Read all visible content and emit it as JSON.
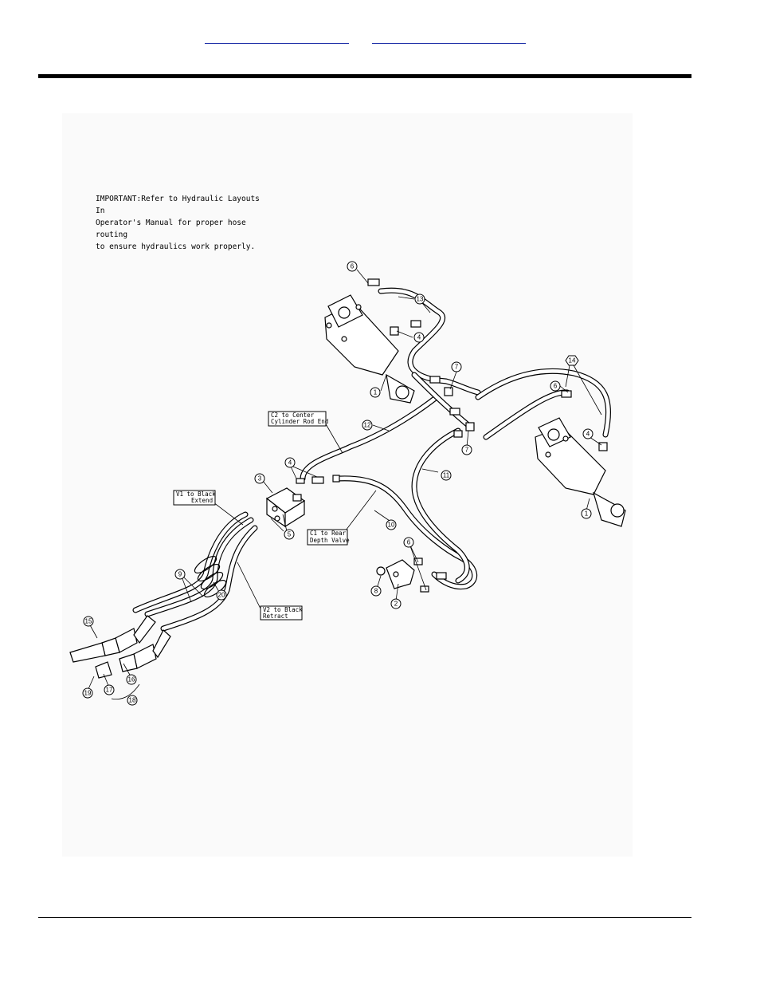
{
  "header": {
    "link_left": "",
    "link_right": ""
  },
  "diagram": {
    "note_lines": [
      "IMPORTANT:Refer to Hydraulic Layouts In",
      "Operator's Manual for proper hose routing",
      "to ensure hydraulics work properly."
    ],
    "callouts": {
      "c2": [
        "C2 to Center",
        "Cylinder Rod End"
      ],
      "v1": [
        "V1 to Black",
        "Extend"
      ],
      "c1": [
        "C1 to Rear",
        "Depth Valve"
      ],
      "v2": [
        "V2 to Black",
        "Retract"
      ]
    },
    "balloons": [
      "1",
      "1",
      "2",
      "3",
      "4",
      "4",
      "4",
      "5",
      "6",
      "6",
      "6",
      "7",
      "7",
      "8",
      "9",
      "10",
      "11",
      "12",
      "13",
      "14",
      "15",
      "16",
      "17",
      "18",
      "19",
      "20"
    ]
  }
}
